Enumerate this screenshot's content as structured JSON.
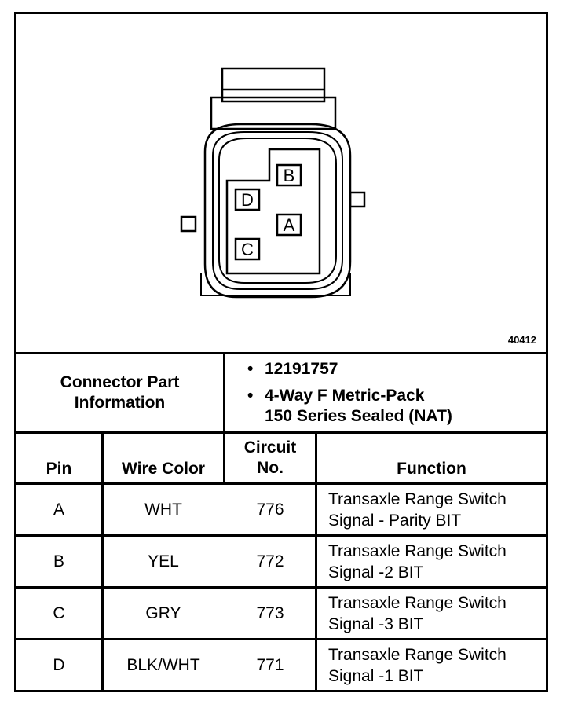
{
  "figure": {
    "id_label": "40412",
    "pin_labels": [
      "B",
      "D",
      "A",
      "C"
    ]
  },
  "part_info": {
    "label_line1": "Connector Part",
    "label_line2": "Information",
    "bullet": "•",
    "part_number": "12191757",
    "description_line1": "4-Way F Metric-Pack",
    "description_line2": "150 Series Sealed (NAT)"
  },
  "table": {
    "headers": {
      "pin": "Pin",
      "wire_color": "Wire Color",
      "circuit_line1": "Circuit",
      "circuit_line2": "No.",
      "function": "Function"
    },
    "rows": [
      {
        "pin": "A",
        "wire": "WHT",
        "circuit": "776",
        "func1": "Transaxle Range Switch",
        "func2": "Signal - Parity BIT"
      },
      {
        "pin": "B",
        "wire": "YEL",
        "circuit": "772",
        "func1": "Transaxle Range Switch",
        "func2": "Signal -2 BIT"
      },
      {
        "pin": "C",
        "wire": "GRY",
        "circuit": "773",
        "func1": "Transaxle Range Switch",
        "func2": "Signal -3 BIT"
      },
      {
        "pin": "D",
        "wire": "BLK/WHT",
        "circuit": "771",
        "func1": "Transaxle Range Switch",
        "func2": "Signal -1 BIT"
      }
    ]
  }
}
